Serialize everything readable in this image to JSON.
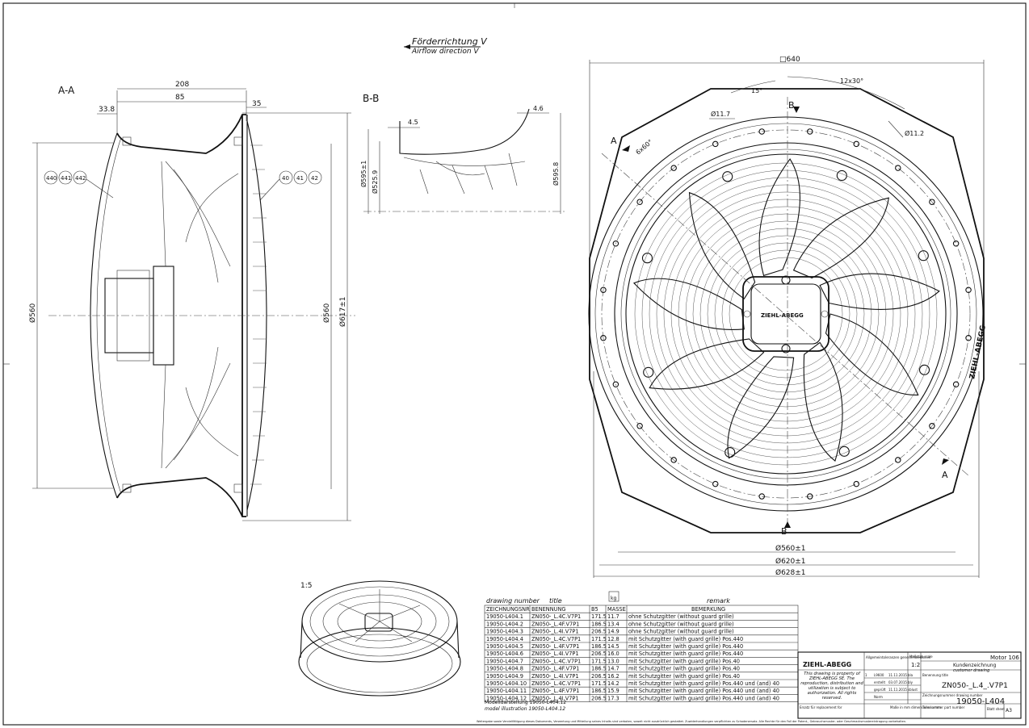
{
  "flow_direction": {
    "de": "Förderrichtung V",
    "en": "Airflow direction V"
  },
  "views": {
    "section_aa": {
      "label": "A-A",
      "dims": [
        "208",
        "85",
        "33.8",
        "35",
        "Ø560",
        "Ø560",
        "Ø617±1"
      ],
      "pos_left": [
        "440",
        "441",
        "442"
      ],
      "pos_right": [
        "40",
        "41",
        "42"
      ]
    },
    "section_bb": {
      "label": "B-B",
      "dims": [
        "4.5",
        "4.6",
        "Ø595±1",
        "Ø525.9",
        "Ø595.8"
      ]
    },
    "front": {
      "dims": [
        "□640",
        "12x30°",
        "15°",
        "Ø11.7",
        "Ø11.2",
        "6x60°",
        "Ø560±1",
        "Ø620±1",
        "Ø628±1"
      ],
      "markers": [
        "A",
        "B",
        "A",
        "B"
      ],
      "logo": "ZIEHL-ABEGG",
      "rotor_label": "ZIEHL-ABEGG"
    },
    "iso_scale": "1:5"
  },
  "variant_table": {
    "header_en": [
      "drawing number",
      "title",
      "",
      "",
      "remark"
    ],
    "header_de": [
      "ZEICHNUNGSNR",
      "BENENNUNG",
      "B5",
      "MASSE",
      "BEMERKUNG"
    ],
    "mass_unit": "kg",
    "rows": [
      [
        "19050-L404.1",
        "ZN050-_L.4C.V7P1",
        "171.5",
        "11.7",
        "ohne Schutzgitter (without guard grille)"
      ],
      [
        "19050-L404.2",
        "ZN050-_L.4F.V7P1",
        "186.5",
        "13.4",
        "ohne Schutzgitter (without guard grille)"
      ],
      [
        "19050-L404.3",
        "ZN050-_L.4I.V7P1",
        "206.5",
        "14.9",
        "ohne Schutzgitter (without guard grille)"
      ],
      [
        "19050-L404.4",
        "ZN050-_L.4C.V7P1",
        "171.5",
        "12.8",
        "mit Schutzgitter (with guard grille) Pos.440"
      ],
      [
        "19050-L404.5",
        "ZN050-_L.4F.V7P1",
        "186.5",
        "14.5",
        "mit Schutzgitter (with guard grille) Pos.440"
      ],
      [
        "19050-L404.6",
        "ZN050-_L.4I.V7P1",
        "206.5",
        "16.0",
        "mit Schutzgitter (with guard grille) Pos.440"
      ],
      [
        "19050-L404.7",
        "ZN050-_L.4C.V7P1",
        "171.5",
        "13.0",
        "mit Schutzgitter (with guard grille) Pos.40"
      ],
      [
        "19050-L404.8",
        "ZN050-_L.4F.V7P1",
        "186.5",
        "14.7",
        "mit Schutzgitter (with guard grille) Pos.40"
      ],
      [
        "19050-L404.9",
        "ZN050-_L.4I.V7P1",
        "206.5",
        "16.2",
        "mit Schutzgitter (with guard grille) Pos.40"
      ],
      [
        "19050-L404.10",
        "ZN050-_L.4C.V7P1",
        "171.5",
        "14.2",
        "mit Schutzgitter (with guard grille) Pos.440 und (and) 40"
      ],
      [
        "19050-L404.11",
        "ZN050-_L.4F.V7P1",
        "186.5",
        "15.9",
        "mit Schutzgitter (with guard grille) Pos.440 und (and) 40"
      ],
      [
        "19050-L404.12",
        "ZN050-_L.4I.V7P1",
        "206.5",
        "17.3",
        "mit Schutzgitter (with guard grille) Pos.440 und (and) 40"
      ]
    ],
    "model_note_de": "Modelldarstellung  19050-L404.12",
    "model_note_en": "model illustration  19050-L404.12"
  },
  "title_block": {
    "company": "ZIEHL-ABEGG",
    "tolerance_label": "Allgemeintoleranzen general tolerances",
    "scale_label": "Maßstab scale",
    "scale": "1:2",
    "motor": "Motor 106",
    "doc_type_de": "Kundenzeichnung",
    "doc_type_en": "customer drawing",
    "property_note": "This drawing is property of ZIEHL-ABEGG SE. The reproduction, distribution and utilization is subject to authorization. All rights reserved.",
    "benennung_label": "Benennung title",
    "title": "ZN050-_L.4_.V7P1",
    "drawing_number_label": "Zeichnungsnummer drawing number",
    "drawing_number": "19050-L404",
    "part_number_label": "Teilenummer part number",
    "sheet": "Blatt sheet",
    "rev_rows": [
      [
        "1",
        "L9600",
        "11.11.2015",
        "bla"
      ],
      [
        "",
        "erstellt",
        "03.07.2015",
        "bly"
      ],
      [
        "",
        "geprüft",
        "11.11.2015",
        "sblust"
      ],
      [
        "",
        "Norm",
        "",
        ""
      ]
    ],
    "replace_label": "Ersatz für replacement for",
    "dims_label": "Maße in mm dimensions in mm",
    "size": "A3",
    "footer": "Weitergabe sowie Vervielfältigung dieses Dokuments, Verwertung und Mitteilung seines Inhalts sind verboten, soweit nicht ausdrücklich gestattet. Zuwiderhandlungen verpflichten zu Schadenersatz. Alle Rechte für den Fall der Patent-, Gebrauchsmuster- oder Geschmacksmustereintragung vorbehalten."
  }
}
